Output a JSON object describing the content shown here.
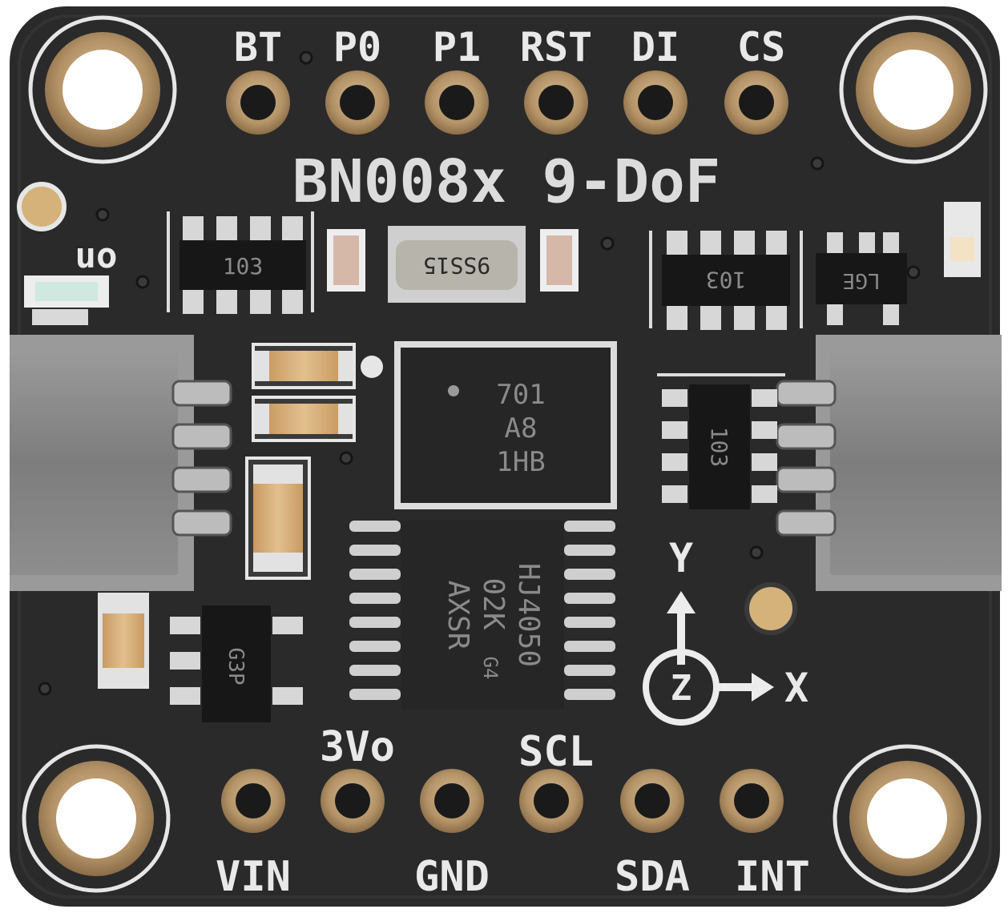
{
  "board": {
    "title": "BN008x 9-DoF",
    "top_pins": [
      "BT",
      "P0",
      "P1",
      "RST",
      "DI",
      "CS"
    ],
    "bottom_pins_upper": [
      "3Vo",
      "SCL"
    ],
    "bottom_pins_lower": [
      "VIN",
      "GND",
      "SDA",
      "INT"
    ],
    "led_label": "on",
    "axes": {
      "y": "Y",
      "x": "X",
      "z": "Z"
    },
    "colors": {
      "pcb": "#2a2a2b",
      "pad": "#b89a6a",
      "silk": "#e9e9e9"
    }
  },
  "components": {
    "resistor_network_1": "103",
    "crystal": "9SS15",
    "resistor_network_2": "103",
    "regulator_small": "LGE",
    "main_chip": [
      "701",
      "A8",
      "1HB"
    ],
    "resistor_network_3": "103",
    "level_shifter": [
      "HJ4050",
      "02K",
      "AXSR",
      "G4"
    ],
    "regulator": "G3P"
  }
}
